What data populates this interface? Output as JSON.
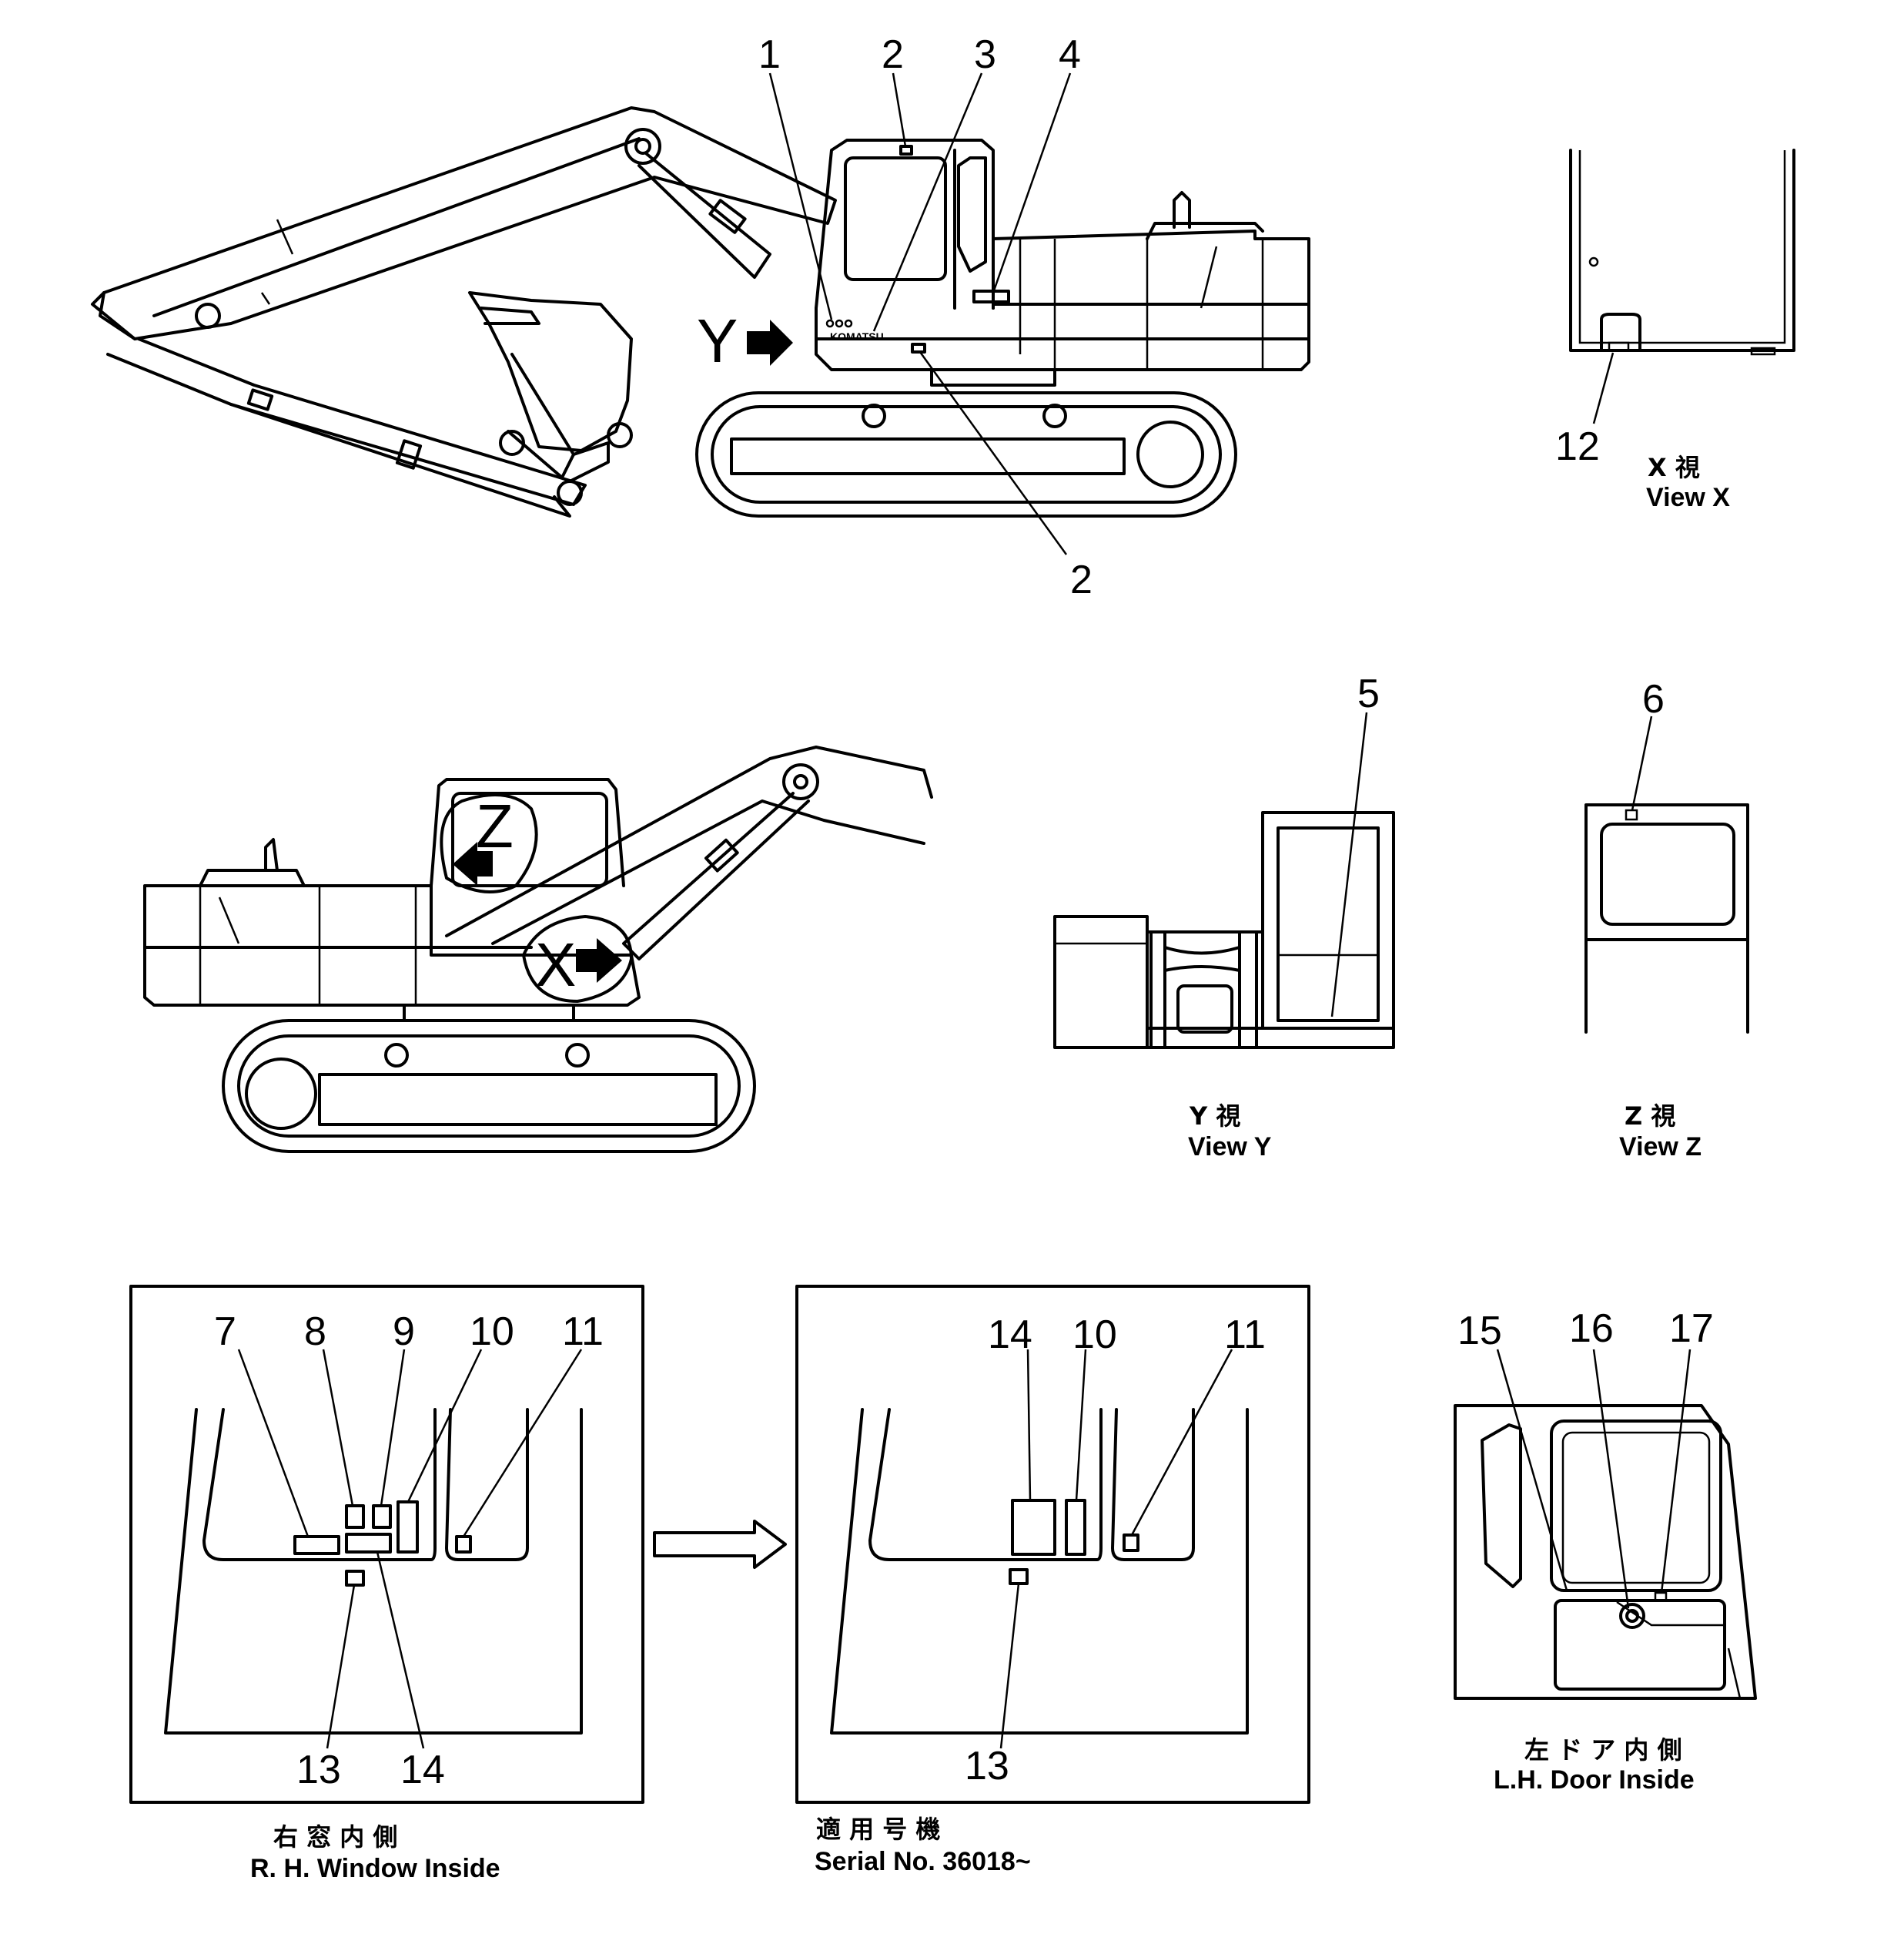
{
  "callouts": {
    "top": [
      "1",
      "2",
      "3",
      "4",
      "2"
    ],
    "view_x": "12",
    "view_y": "5",
    "view_z": "6",
    "rh_window": [
      "7",
      "8",
      "9",
      "10",
      "11",
      "13",
      "14"
    ],
    "serial_window": [
      "14",
      "10",
      "11",
      "13"
    ],
    "lh_door": [
      "15",
      "16",
      "17"
    ]
  },
  "view_markers": {
    "y": "Y",
    "z": "Z",
    "x": "X"
  },
  "captions": {
    "view_x_jp": "X 視",
    "view_x": "View X",
    "view_y_jp": "Y 視",
    "view_y": "View Y",
    "view_z_jp": "Z 視",
    "view_z": "View Z",
    "rh_window_jp": "右 窓 内 側",
    "rh_window": "R. H. Window Inside",
    "serial_jp": "適 用 号 機",
    "serial": "Serial No. 36018~",
    "lh_door_jp": "左 ド ア 内 側",
    "lh_door": "L.H. Door Inside"
  },
  "logo_text": "KOMATSU"
}
